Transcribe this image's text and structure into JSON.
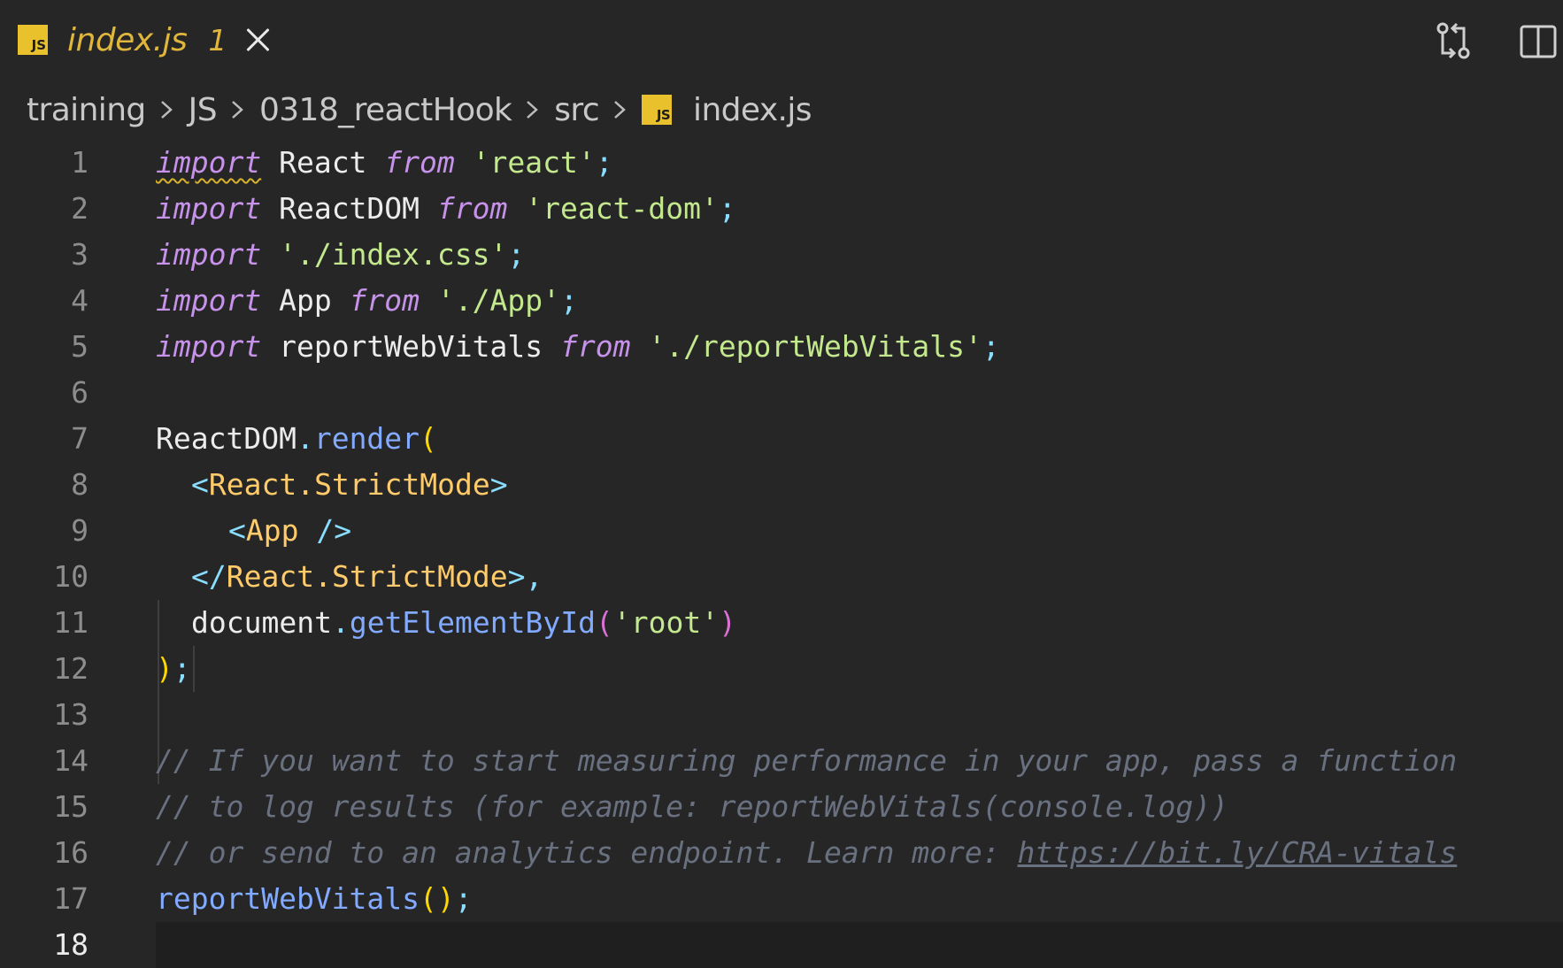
{
  "tab": {
    "icon": "javascript-file-icon",
    "icon_text": "JS",
    "title": "index.js",
    "problem_count": "1"
  },
  "actions": {
    "compare_icon": "git-compare-icon",
    "split_icon": "split-editor-icon"
  },
  "breadcrumb": [
    "training",
    "JS",
    "0318_reactHook",
    "src",
    "index.js"
  ],
  "editor": {
    "active_line": 18,
    "line_numbers": [
      "1",
      "2",
      "3",
      "4",
      "5",
      "6",
      "7",
      "8",
      "9",
      "10",
      "11",
      "12",
      "13",
      "14",
      "15",
      "16",
      "17",
      "18"
    ],
    "tokens": {
      "l1": [
        "import",
        " React ",
        "from",
        " ",
        "'react'",
        ";"
      ],
      "l2": [
        "import",
        " ReactDOM ",
        "from",
        " ",
        "'react-dom'",
        ";"
      ],
      "l3": [
        "import",
        " ",
        "'./index.css'",
        ";"
      ],
      "l4": [
        "import",
        " App ",
        "from",
        " ",
        "'./App'",
        ";"
      ],
      "l5": [
        "import",
        " reportWebVitals ",
        "from",
        " ",
        "'./reportWebVitals'",
        ";"
      ],
      "l7": [
        "ReactDOM",
        ".",
        "render",
        "("
      ],
      "l8": [
        "<",
        "React.StrictMode",
        ">"
      ],
      "l9": [
        "<",
        "App",
        " />"
      ],
      "l10": [
        "</",
        "React.StrictMode",
        ">",
        ","
      ],
      "l11": [
        "document",
        ".",
        "getElementById",
        "(",
        "'root'",
        ")"
      ],
      "l12": [
        ")",
        ";"
      ],
      "l14": "// If you want to start measuring performance in your app, pass a function",
      "l15": "// to log results (for example: reportWebVitals(console.log))",
      "l16a": "// or send to an analytics endpoint. Learn more: ",
      "l16b": "https://bit.ly/CRA-vitals",
      "l17": [
        "reportWebVitals",
        "(",
        ")",
        ";"
      ]
    }
  },
  "colors": {
    "background": "#262626",
    "keyword": "#c792ea",
    "string": "#c3e88d",
    "function": "#82aaff",
    "jsx_tag": "#ffcb6b",
    "comment": "#697080",
    "bracket": "#ffd700",
    "tab_title": "#e0b73c"
  }
}
